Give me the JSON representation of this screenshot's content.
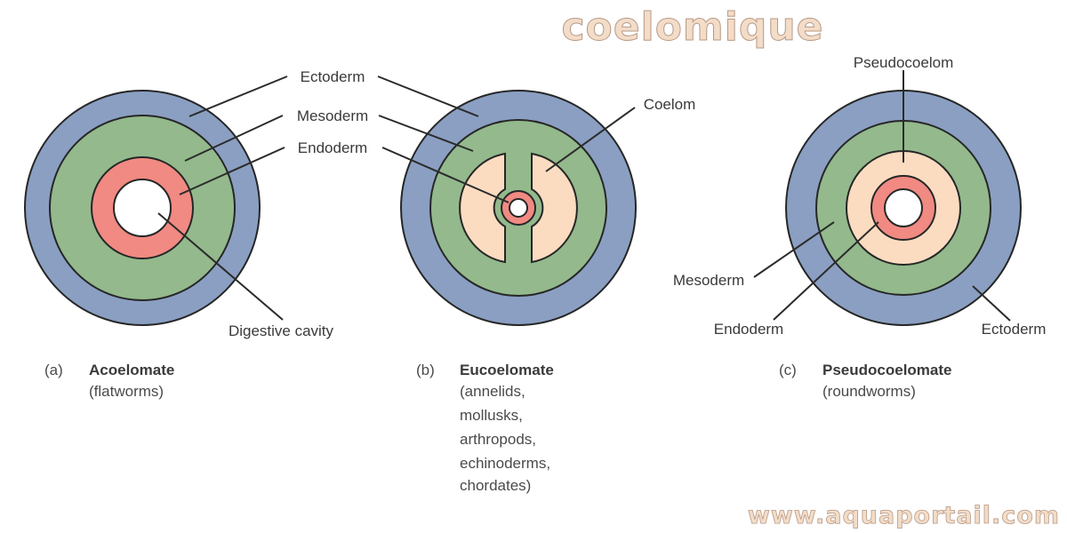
{
  "watermark": {
    "title": "coelomique",
    "url": "www.aquaportail.com"
  },
  "colors": {
    "ectoderm": "#8a9fc2",
    "mesoderm": "#93b98c",
    "endoderm": "#f08a82",
    "coelom": "#fbdcc0",
    "cavity": "#ffffff",
    "outline": "#262626"
  },
  "panels": {
    "a": {
      "letter": "(a)",
      "title": "Acoelomate",
      "subtitle": [
        "(flatworms)"
      ],
      "labels": {
        "ectoderm": "Ectoderm",
        "mesoderm": "Mesoderm",
        "endoderm": "Endoderm",
        "cavity": "Digestive cavity"
      }
    },
    "b": {
      "letter": "(b)",
      "title": "Eucoelomate",
      "subtitle": [
        "(annelids,",
        "mollusks,",
        "arthropods,",
        "echinoderms,",
        "chordates)"
      ],
      "labels": {
        "coelom": "Coelom"
      }
    },
    "c": {
      "letter": "(c)",
      "title": "Pseudocoelomate",
      "subtitle": [
        "(roundworms)"
      ],
      "labels": {
        "pseudocoelom": "Pseudocoelom",
        "mesoderm": "Mesoderm",
        "endoderm": "Endoderm",
        "ectoderm": "Ectoderm"
      }
    }
  }
}
